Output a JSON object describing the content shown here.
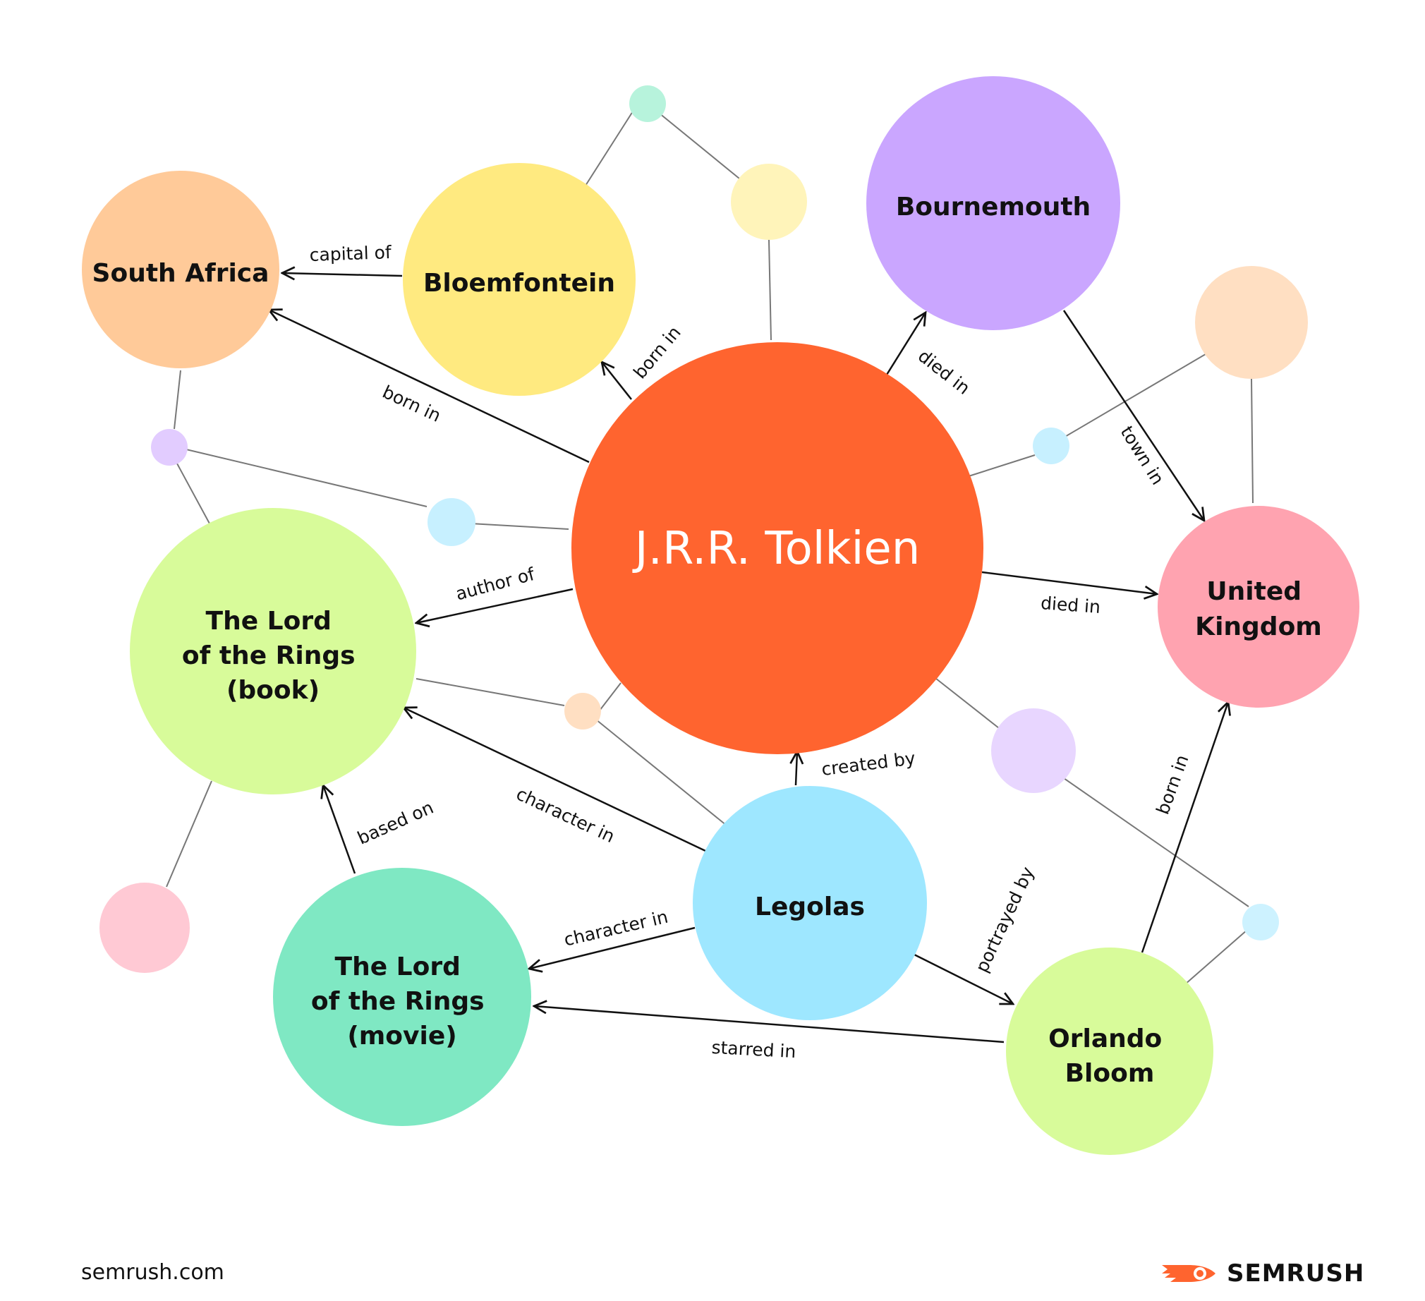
{
  "colors": {
    "main": "#FF642F",
    "south_africa": "#FFCA99",
    "bloemfontein": "#FFEA80",
    "bournemouth": "#CAA6FF",
    "united_kingdom": "#FFA3B0",
    "lotr_book": "#D8FB9A",
    "lotr_movie": "#7FE8C3",
    "legolas": "#9EE7FF",
    "orlando_bloom": "#D8FB9A",
    "edge_black": "#111111",
    "edge_gray": "#777777"
  },
  "nodes": {
    "tolkien": "J.R.R. Tolkien",
    "south_africa": "South Africa",
    "bloemfontein": "Bloemfontein",
    "bournemouth": "Bournemouth",
    "united_kingdom": [
      "United",
      "Kingdom"
    ],
    "lotr_book": [
      "The Lord",
      "of the Rings",
      "(book)"
    ],
    "lotr_movie": [
      "The Lord",
      "of the Rings",
      "(movie)"
    ],
    "legolas": "Legolas",
    "orlando_bloom": [
      "Orlando",
      "Bloom"
    ]
  },
  "edges": {
    "capital_of": "capital of",
    "tolkien_born_in_sa": "born in",
    "tolkien_born_in_bloem": "born in",
    "tolkien_died_in_bournemouth": "died in",
    "bournemouth_town_in": "town in",
    "tolkien_died_in_uk": "died in",
    "author_of": "author of",
    "created_by": "created by",
    "legolas_character_in_book": "character in",
    "based_on": "based on",
    "legolas_character_in_movie": "character in",
    "portrayed_by": "portrayed by",
    "starred_in": "starred in",
    "bloom_born_in": "born in"
  },
  "footer": {
    "url": "semrush.com",
    "brand": "SEMRUSH"
  }
}
